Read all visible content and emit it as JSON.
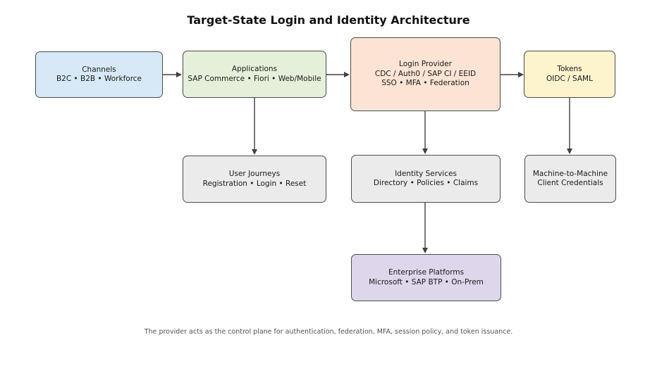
{
  "title": "Target-State Login and Identity Architecture",
  "footer": "The provider acts as the control plane for authentication, federation, MFA, session policy, and token issuance.",
  "boxes": {
    "channels": {
      "title": "Channels",
      "subtitle": "B2C • B2B • Workforce"
    },
    "applications": {
      "title": "Applications",
      "subtitle": "SAP Commerce • Fiori • Web/Mobile"
    },
    "login_provider": {
      "title": "Login Provider",
      "subtitle": "CDC / Auth0 / SAP CI / EEID",
      "subtitle2": "SSO • MFA • Federation"
    },
    "tokens": {
      "title": "Tokens",
      "subtitle": "OIDC / SAML"
    },
    "user_journeys": {
      "title": "User Journeys",
      "subtitle": "Registration • Login • Reset"
    },
    "identity_services": {
      "title": "Identity Services",
      "subtitle": "Directory • Policies • Claims"
    },
    "machine_to_machine": {
      "title": "Machine-to-Machine",
      "subtitle": "Client Credentials"
    },
    "enterprise_platforms": {
      "title": "Enterprise Platforms",
      "subtitle": "Microsoft • SAP BTP • On-Prem"
    }
  },
  "colors": {
    "channels_fill": "#d7e9f6",
    "applications_fill": "#e5f0da",
    "login_provider_fill": "#fce3d3",
    "tokens_fill": "#fdf3cd",
    "neutral_fill": "#ebebeb",
    "enterprise_fill": "#ded7eb",
    "border": "#4d4d4d",
    "arrow": "#404040",
    "text": "#1a1a1a",
    "footer_text": "#545454"
  }
}
